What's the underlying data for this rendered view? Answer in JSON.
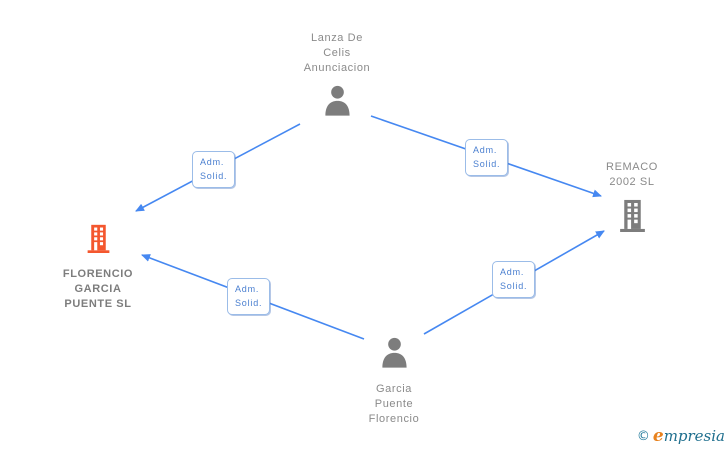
{
  "diagram": {
    "type": "company-relations-graph",
    "colors": {
      "edge_blue": "#4688f1",
      "edge_label_text": "#4a7fd0",
      "edge_label_border": "#9bbce8",
      "person_gray": "#7d7d7d",
      "company_gray": "#7d7d7d",
      "company_highlight_orange": "#f4572e",
      "node_text_gray": "#8a8a8a"
    },
    "nodes": [
      {
        "id": "lanza-de-celis-anunciacion",
        "type": "person",
        "label": "Lanza De\nCelis\nAnunciacion",
        "label_position": "above"
      },
      {
        "id": "florencio-garcia-puente-sl",
        "type": "company",
        "label": "FLORENCIO\nGARCIA\nPUENTE SL",
        "label_position": "below",
        "highlighted": true
      },
      {
        "id": "remaco-2002-sl",
        "type": "company",
        "label": "REMACO\n2002 SL",
        "label_position": "above",
        "highlighted": false
      },
      {
        "id": "garcia-puente-florencio",
        "type": "person",
        "label": "Garcia\nPuente\nFlorencio",
        "label_position": "below"
      }
    ],
    "edges": [
      {
        "from": "lanza-de-celis-anunciacion",
        "to": "florencio-garcia-puente-sl",
        "label": "Adm.\nSolid."
      },
      {
        "from": "lanza-de-celis-anunciacion",
        "to": "remaco-2002-sl",
        "label": "Adm.\nSolid."
      },
      {
        "from": "garcia-puente-florencio",
        "to": "florencio-garcia-puente-sl",
        "label": "Adm.\nSolid."
      },
      {
        "from": "garcia-puente-florencio",
        "to": "remaco-2002-sl",
        "label": "Adm.\nSolid."
      }
    ]
  },
  "footer": {
    "copyright_symbol": "©",
    "brand_first_letter": "e",
    "brand_rest": "mpresia"
  }
}
